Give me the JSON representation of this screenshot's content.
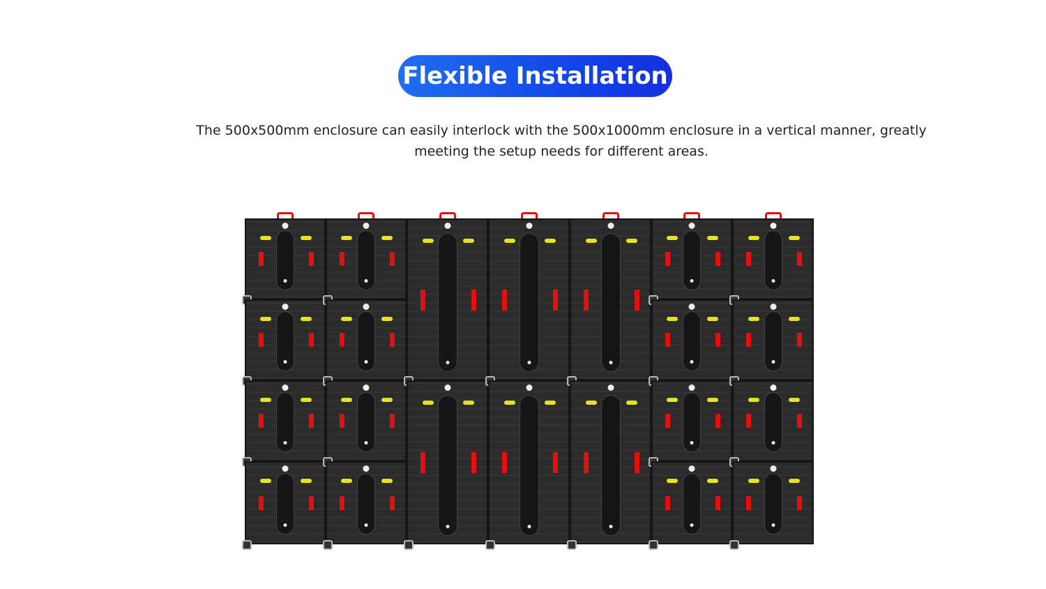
{
  "header": {
    "title": "Flexible Installation",
    "description": "The 500x500mm enclosure can easily interlock with the 500x1000mm enclosure in a vertical manner, greatly meeting the setup needs for different areas."
  },
  "image": {
    "subject": "led-cabinet-wall",
    "colors": {
      "accent": "#1240e6",
      "handle": "#e41010",
      "latch": "#e8e320",
      "cabinet": "#2b2b2b"
    }
  }
}
